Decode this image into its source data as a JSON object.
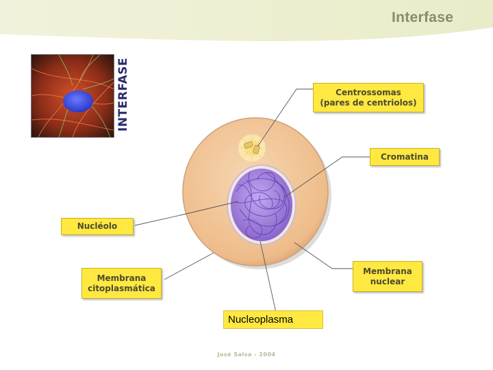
{
  "title": "Interfase",
  "photo_label": "INTERFASE",
  "labels": {
    "centrossomas": [
      "Centrossomas",
      "(pares de centriolos)"
    ],
    "cromatina": "Cromatina",
    "nucleolo": "Nucléolo",
    "membrana_citoplasmatica": [
      "Membrana",
      "citoplasmática"
    ],
    "membrana_nuclear": [
      "Membrana",
      "nuclear"
    ],
    "nucleoplasma": "Nucleoplasma"
  },
  "footer": "José Salsa - 2004",
  "colors": {
    "label_fill": "#ffe840",
    "cytoplasm": "#f0c89a",
    "nucleus": "#9a78d6",
    "chromatin": "#5a3ab0",
    "title_text": "#8a8a6a"
  }
}
